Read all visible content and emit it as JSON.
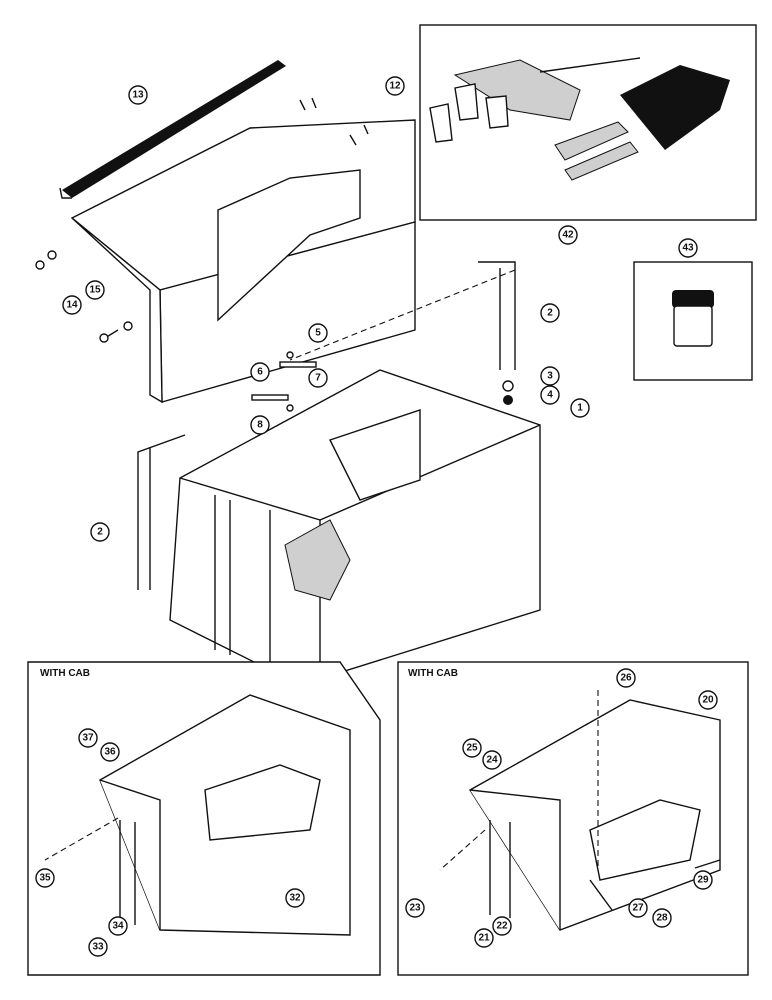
{
  "callouts": {
    "c13": "13",
    "c12": "12",
    "c42": "42",
    "c43": "43",
    "c15": "15",
    "c14": "14",
    "c2a": "2",
    "c5": "5",
    "c6": "6",
    "c7": "7",
    "c8": "8",
    "c3": "3",
    "c4": "4",
    "c1": "1",
    "c2b": "2",
    "c37": "37",
    "c36": "36",
    "c35": "35",
    "c34": "34",
    "c33": "33",
    "c32": "32",
    "c26": "26",
    "c20": "20",
    "c25": "25",
    "c24": "24",
    "c23": "23",
    "c22": "22",
    "c21": "21",
    "c27": "27",
    "c28": "28",
    "c29": "29"
  },
  "panels": {
    "left_cab_label": "WITH CAB",
    "right_cab_label": "WITH CAB"
  }
}
